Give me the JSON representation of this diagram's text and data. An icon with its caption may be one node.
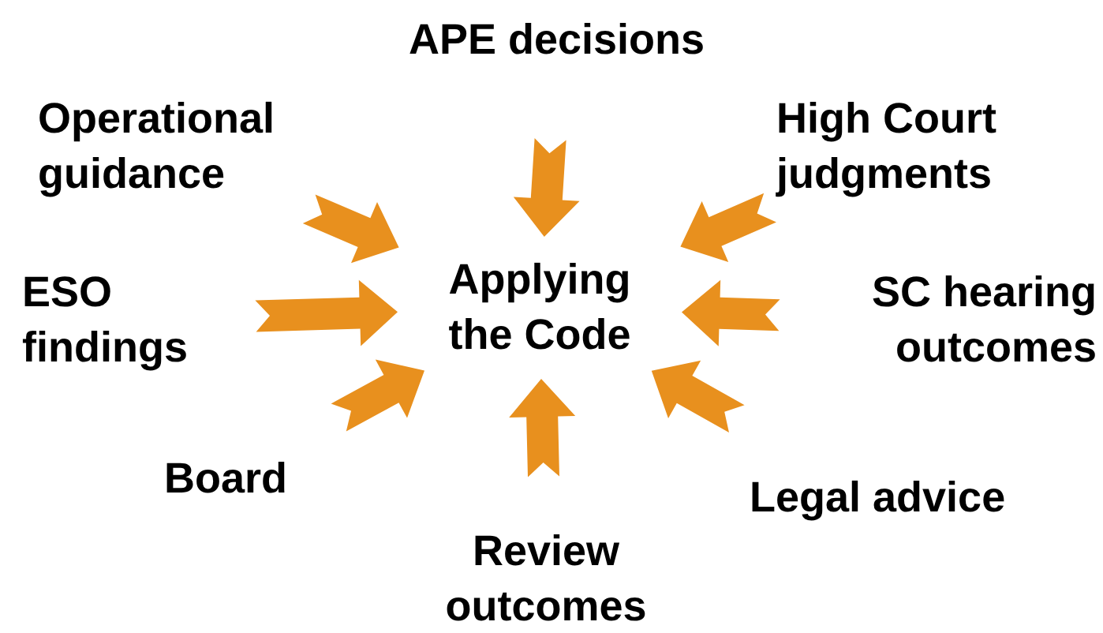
{
  "diagram": {
    "nodes": [
      {
        "text": [
          "Applying the Code"
        ]
      },
      {
        "text": [
          "APE decisions"
        ]
      },
      {
        "text": [
          "Operational guidance"
        ]
      },
      {
        "text": [
          "High Court judgments"
        ]
      },
      {
        "text": [
          "ESO findings"
        ]
      },
      {
        "text": [
          "SC hearing outcomes"
        ]
      },
      {
        "text": [
          "Board"
        ]
      },
      {
        "text": [
          "Review outcomes"
        ]
      },
      {
        "text": [
          "Legal advice"
        ]
      }
    ],
    "edges": [
      {
        "from": 1,
        "to": 0,
        "arrow": "to"
      },
      {
        "from": 2,
        "to": 0,
        "arrow": "to"
      },
      {
        "from": 3,
        "to": 0,
        "arrow": "to"
      },
      {
        "from": 4,
        "to": 0,
        "arrow": "to"
      },
      {
        "from": 5,
        "to": 0,
        "arrow": "to"
      },
      {
        "from": 6,
        "to": 0,
        "arrow": "to"
      },
      {
        "from": 7,
        "to": 0,
        "arrow": "to"
      },
      {
        "from": 8,
        "to": 0,
        "arrow": "to"
      }
    ]
  }
}
